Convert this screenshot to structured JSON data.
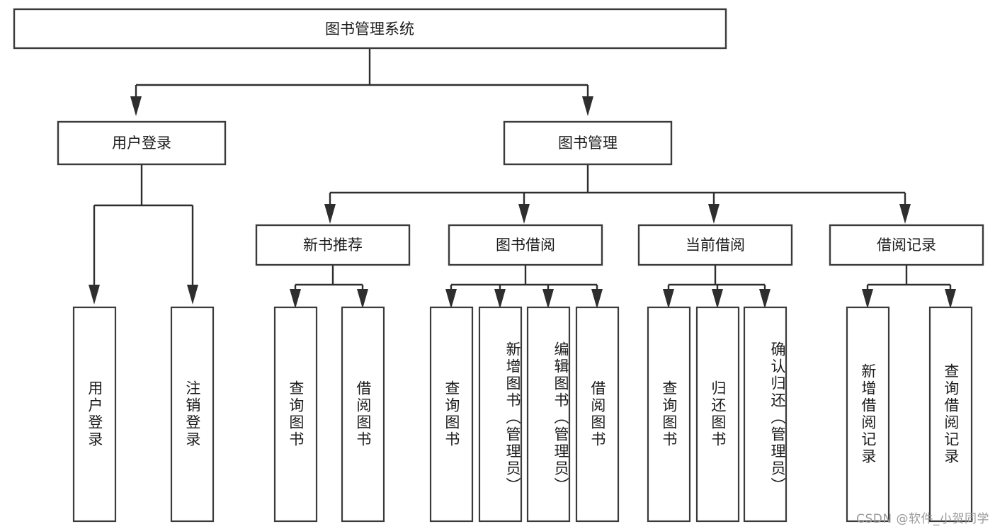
{
  "diagram": {
    "type": "tree-hierarchy",
    "title": "图书管理系统",
    "orientation": "top-down",
    "colors": {
      "box_stroke": "#3b3b3b",
      "box_fill": "#ffffff",
      "connector": "#2e2e2e",
      "text": "#1b1b1b",
      "watermark": "#9a9a9a",
      "canvas": "#ffffff"
    },
    "root": {
      "id": "root",
      "label": "图书管理系统",
      "text_orientation": "horizontal"
    },
    "level2": [
      {
        "id": "user-login",
        "label": "用户登录",
        "text_orientation": "horizontal"
      },
      {
        "id": "book-manage",
        "label": "图书管理",
        "text_orientation": "horizontal"
      }
    ],
    "level3": [
      {
        "id": "new-book-recommend",
        "label": "新书推荐",
        "parent": "book-manage",
        "text_orientation": "horizontal"
      },
      {
        "id": "book-borrow",
        "label": "图书借阅",
        "parent": "book-manage",
        "text_orientation": "horizontal"
      },
      {
        "id": "current-borrow",
        "label": "当前借阅",
        "parent": "book-manage",
        "text_orientation": "horizontal"
      },
      {
        "id": "borrow-record",
        "label": "借阅记录",
        "parent": "book-manage",
        "text_orientation": "horizontal"
      }
    ],
    "leaves": [
      {
        "id": "leaf-user-login",
        "label": "用户登录",
        "parent": "user-login",
        "text_orientation": "vertical"
      },
      {
        "id": "leaf-logout",
        "label": "注销登录",
        "parent": "user-login",
        "text_orientation": "vertical"
      },
      {
        "id": "leaf-query-book-1",
        "label": "查询图书",
        "parent": "new-book-recommend",
        "text_orientation": "vertical"
      },
      {
        "id": "leaf-borrow-book-1",
        "label": "借阅图书",
        "parent": "new-book-recommend",
        "text_orientation": "vertical"
      },
      {
        "id": "leaf-query-book-2",
        "label": "查询图书",
        "parent": "book-borrow",
        "text_orientation": "vertical"
      },
      {
        "id": "leaf-add-book",
        "label": "新增图书（管理员）",
        "parent": "book-borrow",
        "text_orientation": "vertical"
      },
      {
        "id": "leaf-edit-book",
        "label": "编辑图书（管理员）",
        "parent": "book-borrow",
        "text_orientation": "vertical"
      },
      {
        "id": "leaf-borrow-book-2",
        "label": "借阅图书",
        "parent": "book-borrow",
        "text_orientation": "vertical"
      },
      {
        "id": "leaf-query-book-3",
        "label": "查询图书",
        "parent": "current-borrow",
        "text_orientation": "vertical"
      },
      {
        "id": "leaf-return-book",
        "label": "归还图书",
        "parent": "current-borrow",
        "text_orientation": "vertical"
      },
      {
        "id": "leaf-confirm-return",
        "label": "确认归还（管理员）",
        "parent": "current-borrow",
        "text_orientation": "vertical"
      },
      {
        "id": "leaf-add-record",
        "label": "新增借阅记录",
        "parent": "borrow-record",
        "text_orientation": "vertical"
      },
      {
        "id": "leaf-query-record",
        "label": "查询借阅记录",
        "parent": "borrow-record",
        "text_orientation": "vertical"
      }
    ]
  },
  "watermark": {
    "text": "CSDN @软件_小贺同学"
  }
}
